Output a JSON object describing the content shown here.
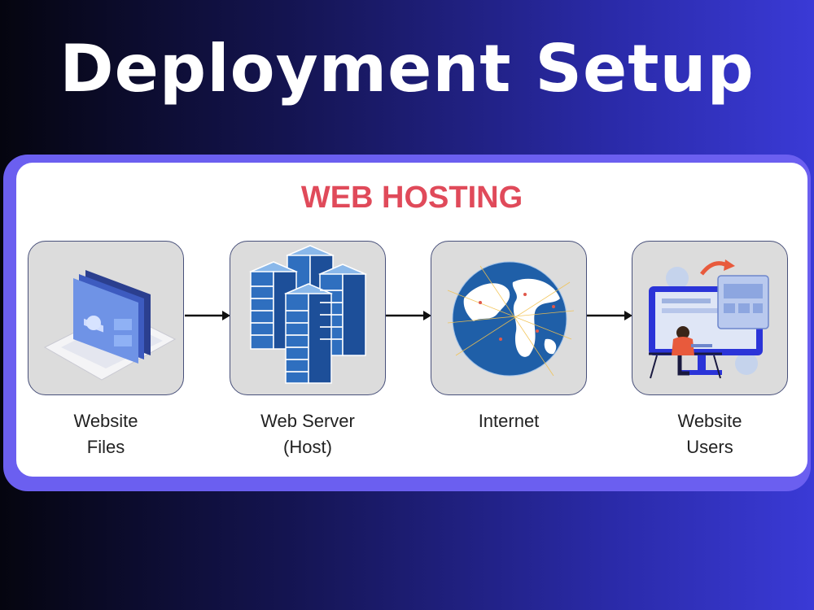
{
  "title": "Deployment Setup",
  "diagram": {
    "heading": "WEB HOSTING",
    "nodes": [
      {
        "label_line1": "Website",
        "label_line2": "Files",
        "icon": "laptop-icon"
      },
      {
        "label_line1": "Web Server",
        "label_line2": "(Host)",
        "icon": "server-stack-icon"
      },
      {
        "label_line1": "Internet",
        "label_line2": "",
        "icon": "globe-icon"
      },
      {
        "label_line1": "Website",
        "label_line2": "Users",
        "icon": "user-at-computer-icon"
      }
    ],
    "edges": [
      {
        "from": "Website Files",
        "to": "Web Server (Host)"
      },
      {
        "from": "Web Server (Host)",
        "to": "Internet"
      },
      {
        "from": "Internet",
        "to": "Website Users"
      }
    ]
  },
  "colors": {
    "heading": "#e04a5a",
    "panel_border": "#6b5ff0",
    "box_fill": "#dcdcdc",
    "server_blue": "#2f6fbf",
    "globe_blue": "#1f5fa8"
  }
}
